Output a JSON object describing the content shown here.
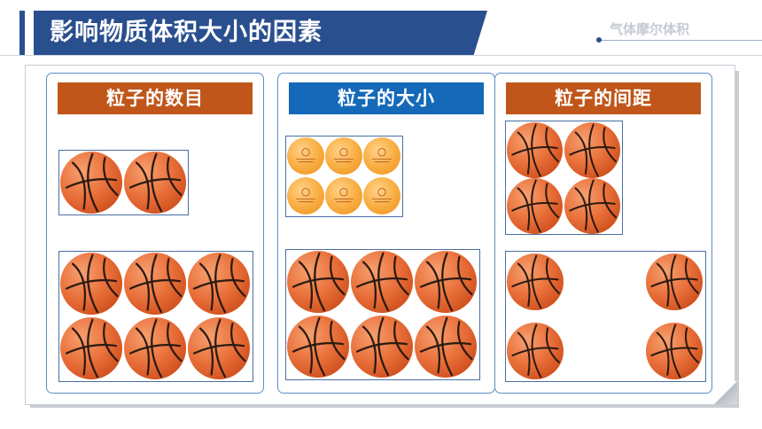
{
  "header": {
    "title": "影响物质体积大小的因素",
    "subtitle": "气体摩尔体积"
  },
  "panels": [
    {
      "heading": "粒子的数目"
    },
    {
      "heading": "粒子的大小"
    },
    {
      "heading": "粒子的间距"
    }
  ],
  "colors": {
    "header_bar": "#2a4f8f",
    "heading_orange": "#c0561a",
    "heading_blue": "#1569b8",
    "panel_border": "#5b8fc4",
    "basketball": "#e9703a",
    "pingpong_ball": "#f8ab3d"
  },
  "icons": [
    "basketball-icon",
    "pingpong-ball-icon"
  ]
}
